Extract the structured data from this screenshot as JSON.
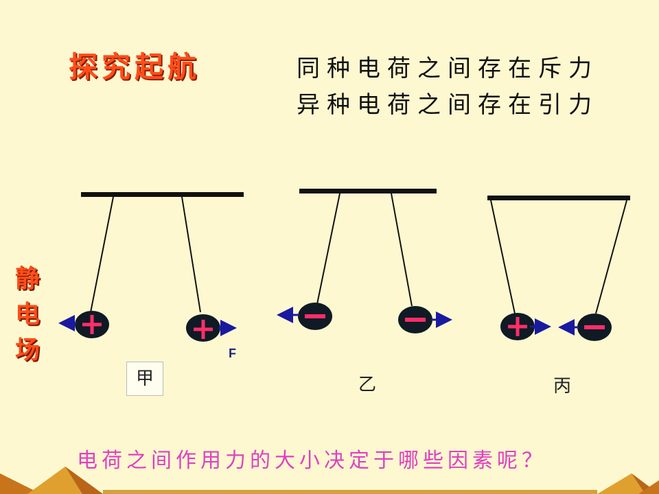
{
  "title": "探究起航",
  "rules": [
    "同种电荷之间存在斥力",
    "异种电荷之间存在引力"
  ],
  "side_title": [
    "静",
    "电",
    "场"
  ],
  "cases": [
    {
      "label": "甲",
      "charges": [
        "+",
        "+"
      ]
    },
    {
      "label": "乙",
      "charges": [
        "−",
        "−"
      ]
    },
    {
      "label": "丙",
      "charges": [
        "+",
        "−"
      ]
    }
  ],
  "force_label": "F",
  "question": "电荷之间作用力的大小决定于哪些因素呢？",
  "colors": {
    "background": "#fdf8d0",
    "title": "#ff4d1a",
    "sign": "#ff2e6a",
    "arrow": "#1a1aa0",
    "question": "#e040c0",
    "ball": "#0f1a24"
  }
}
